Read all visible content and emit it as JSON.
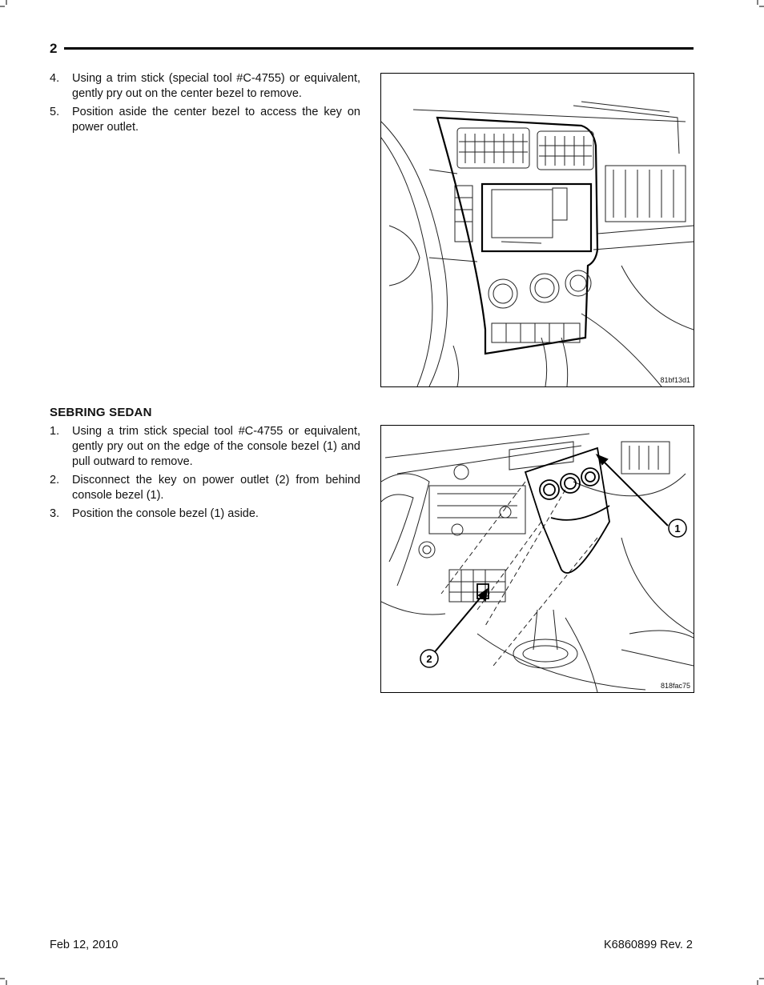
{
  "header": {
    "page_number": "2"
  },
  "section1": {
    "steps": [
      {
        "num": "4.",
        "text": "Using a trim stick (special tool #C-4755) or equivalent, gently pry out on the center bezel to remove."
      },
      {
        "num": "5.",
        "text": "Position aside the center bezel to access the key on power outlet."
      }
    ],
    "figure_code": "81bf13d1"
  },
  "section2": {
    "title": "SEBRING SEDAN",
    "steps": [
      {
        "num": "1.",
        "text": "Using a trim stick special tool #C-4755 or equivalent, gently pry out on the edge of the console bezel (1) and pull outward to remove."
      },
      {
        "num": "2.",
        "text": "Disconnect the key on power outlet (2) from behind console bezel (1)."
      },
      {
        "num": "3.",
        "text": "Position the console bezel (1) aside."
      }
    ],
    "figure_code": "818fac75",
    "callouts": [
      "1",
      "2"
    ]
  },
  "footer": {
    "date": "Feb 12, 2010",
    "doc_id": "K6860899 Rev. 2"
  }
}
